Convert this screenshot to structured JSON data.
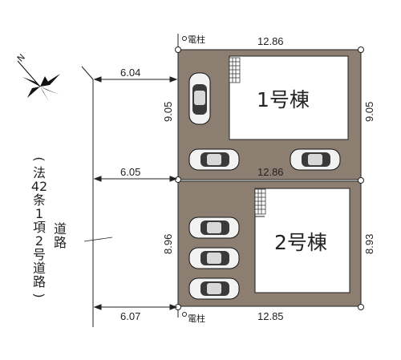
{
  "compass": {
    "label": "N"
  },
  "lot1": {
    "name": "1号棟",
    "top_width": "12.86",
    "left_depth": "9.05",
    "right_depth": "9.05",
    "road_frontage": "6.04"
  },
  "lot2": {
    "name": "2号棟",
    "top_width": "12.86",
    "left_depth": "8.96",
    "right_depth": "8.93",
    "bottom_width": "12.85",
    "road_frontage": "6.05"
  },
  "bottom_road_frontage": "6.07",
  "pole_top": "電柱",
  "pole_bottom": "電柱",
  "road": {
    "chars": [
      "(",
      "法",
      "42",
      "条",
      "1",
      "項",
      "2",
      "号",
      "道",
      "路",
      ")"
    ],
    "chars2": [
      "道",
      "路"
    ]
  },
  "colors": {
    "lot_fill": "#8c7f72",
    "house_fill": "#ffffff",
    "outline": "#222222"
  }
}
